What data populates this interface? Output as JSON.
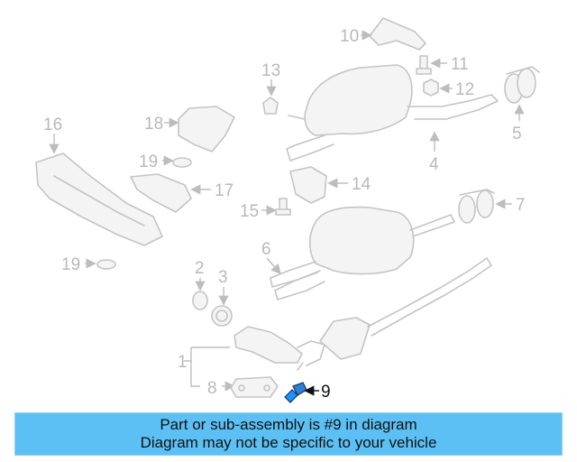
{
  "diagram": {
    "callouts": [
      "1",
      "2",
      "3",
      "4",
      "5",
      "6",
      "7",
      "8",
      "9",
      "10",
      "11",
      "12",
      "13",
      "14",
      "15",
      "16",
      "17",
      "18",
      "19",
      "19"
    ],
    "highlighted_part": "9",
    "highlight_color": "#1e90ff"
  },
  "banner": {
    "line1": "Part or sub-assembly is #9 in diagram",
    "line2": "Diagram may not be specific to your vehicle",
    "background": "#5cc0f4"
  }
}
